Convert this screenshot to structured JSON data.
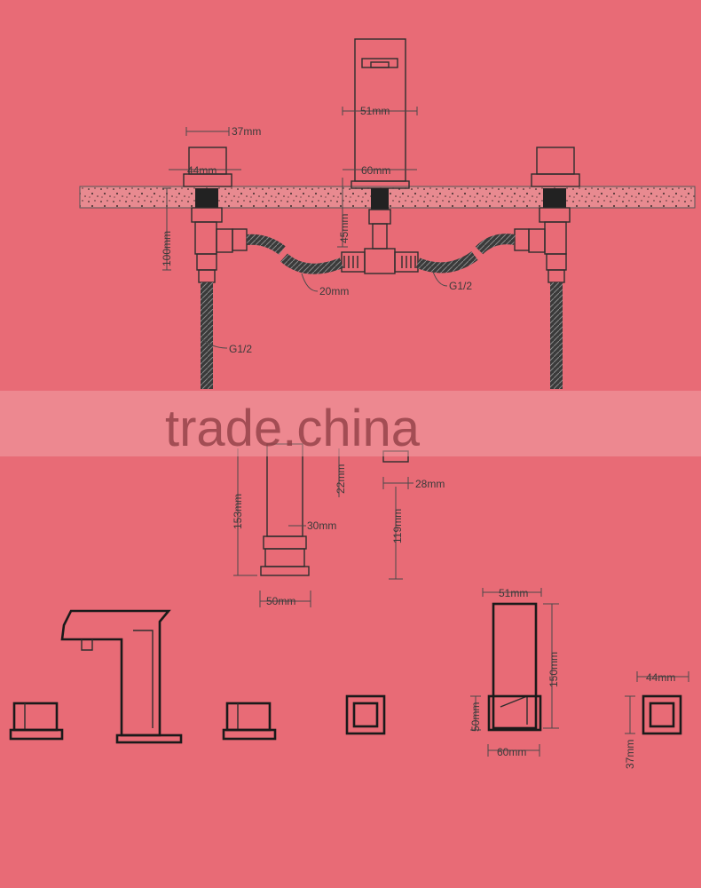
{
  "watermark": "trade.china",
  "dimensions": {
    "spout_top_width": "51mm",
    "handle_top_width": "37mm",
    "handle_base": "44mm",
    "spout_base": "60mm",
    "spout_depth": "45mm",
    "handle_depth": "100mm",
    "hose_bend": "20mm",
    "thread_center": "G1/2",
    "thread_left": "G1/2",
    "spout_height": "153mm",
    "neck_height": "22mm",
    "neck_width": "30mm",
    "small_width": "28mm",
    "shank_length": "119mm",
    "base_width": "50mm",
    "side_top_width": "51mm",
    "side_height": "150mm",
    "side_base_height": "50mm",
    "side_base_width": "60mm",
    "escutcheon_width": "44mm",
    "escutcheon_height": "37mm"
  }
}
